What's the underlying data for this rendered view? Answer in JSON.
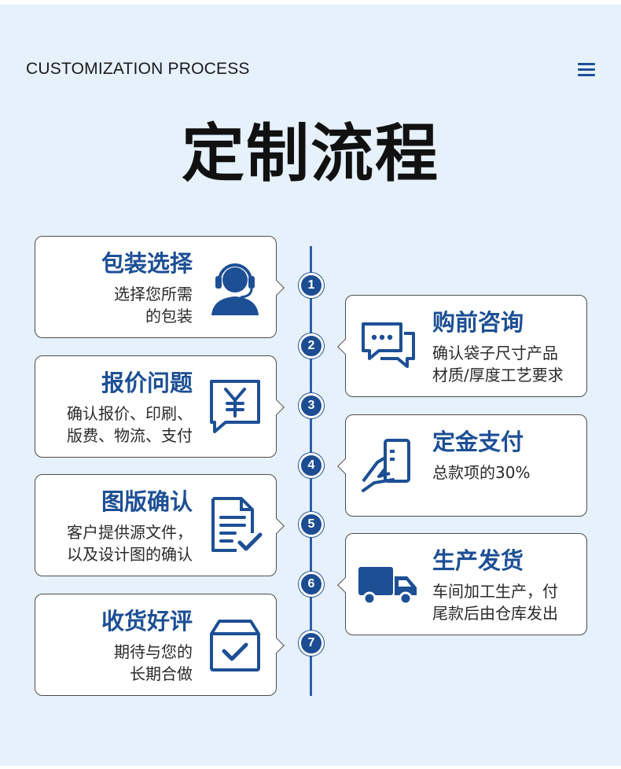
{
  "header": {
    "title": "CUSTOMIZATION PROCESS",
    "menu_icon": "hamburger-menu-icon"
  },
  "main_title": "定制流程",
  "colors": {
    "accent": "#1d4f95",
    "background": "#e6f1fb",
    "card_border": "#4d4d4d"
  },
  "steps": [
    {
      "number": "1",
      "title": "包装选择",
      "desc_line1": "选择您所需",
      "desc_line2": "的包装",
      "icon": "customer-service-headset-icon"
    },
    {
      "number": "2",
      "title": "购前咨询",
      "desc_line1": "确认袋子尺寸产品",
      "desc_line2": "材质/厚度工艺要求",
      "icon": "chat-bubbles-icon"
    },
    {
      "number": "3",
      "title": "报价问题",
      "desc_line1": "确认报价、印刷、",
      "desc_line2": "版费、物流、支付",
      "icon": "yuan-quote-icon"
    },
    {
      "number": "4",
      "title": "定金支付",
      "desc_line1": "总款项的30%",
      "desc_line2": "",
      "icon": "card-payment-icon"
    },
    {
      "number": "5",
      "title": "图版确认",
      "desc_line1": "客户提供源文件，",
      "desc_line2": "以及设计图的确认",
      "icon": "document-check-icon"
    },
    {
      "number": "6",
      "title": "生产发货",
      "desc_line1": "车间加工生产，付",
      "desc_line2": "尾款后由仓库发出",
      "icon": "delivery-truck-icon"
    },
    {
      "number": "7",
      "title": "收货好评",
      "desc_line1": "期待与您的",
      "desc_line2": "长期合做",
      "icon": "box-check-icon"
    }
  ]
}
